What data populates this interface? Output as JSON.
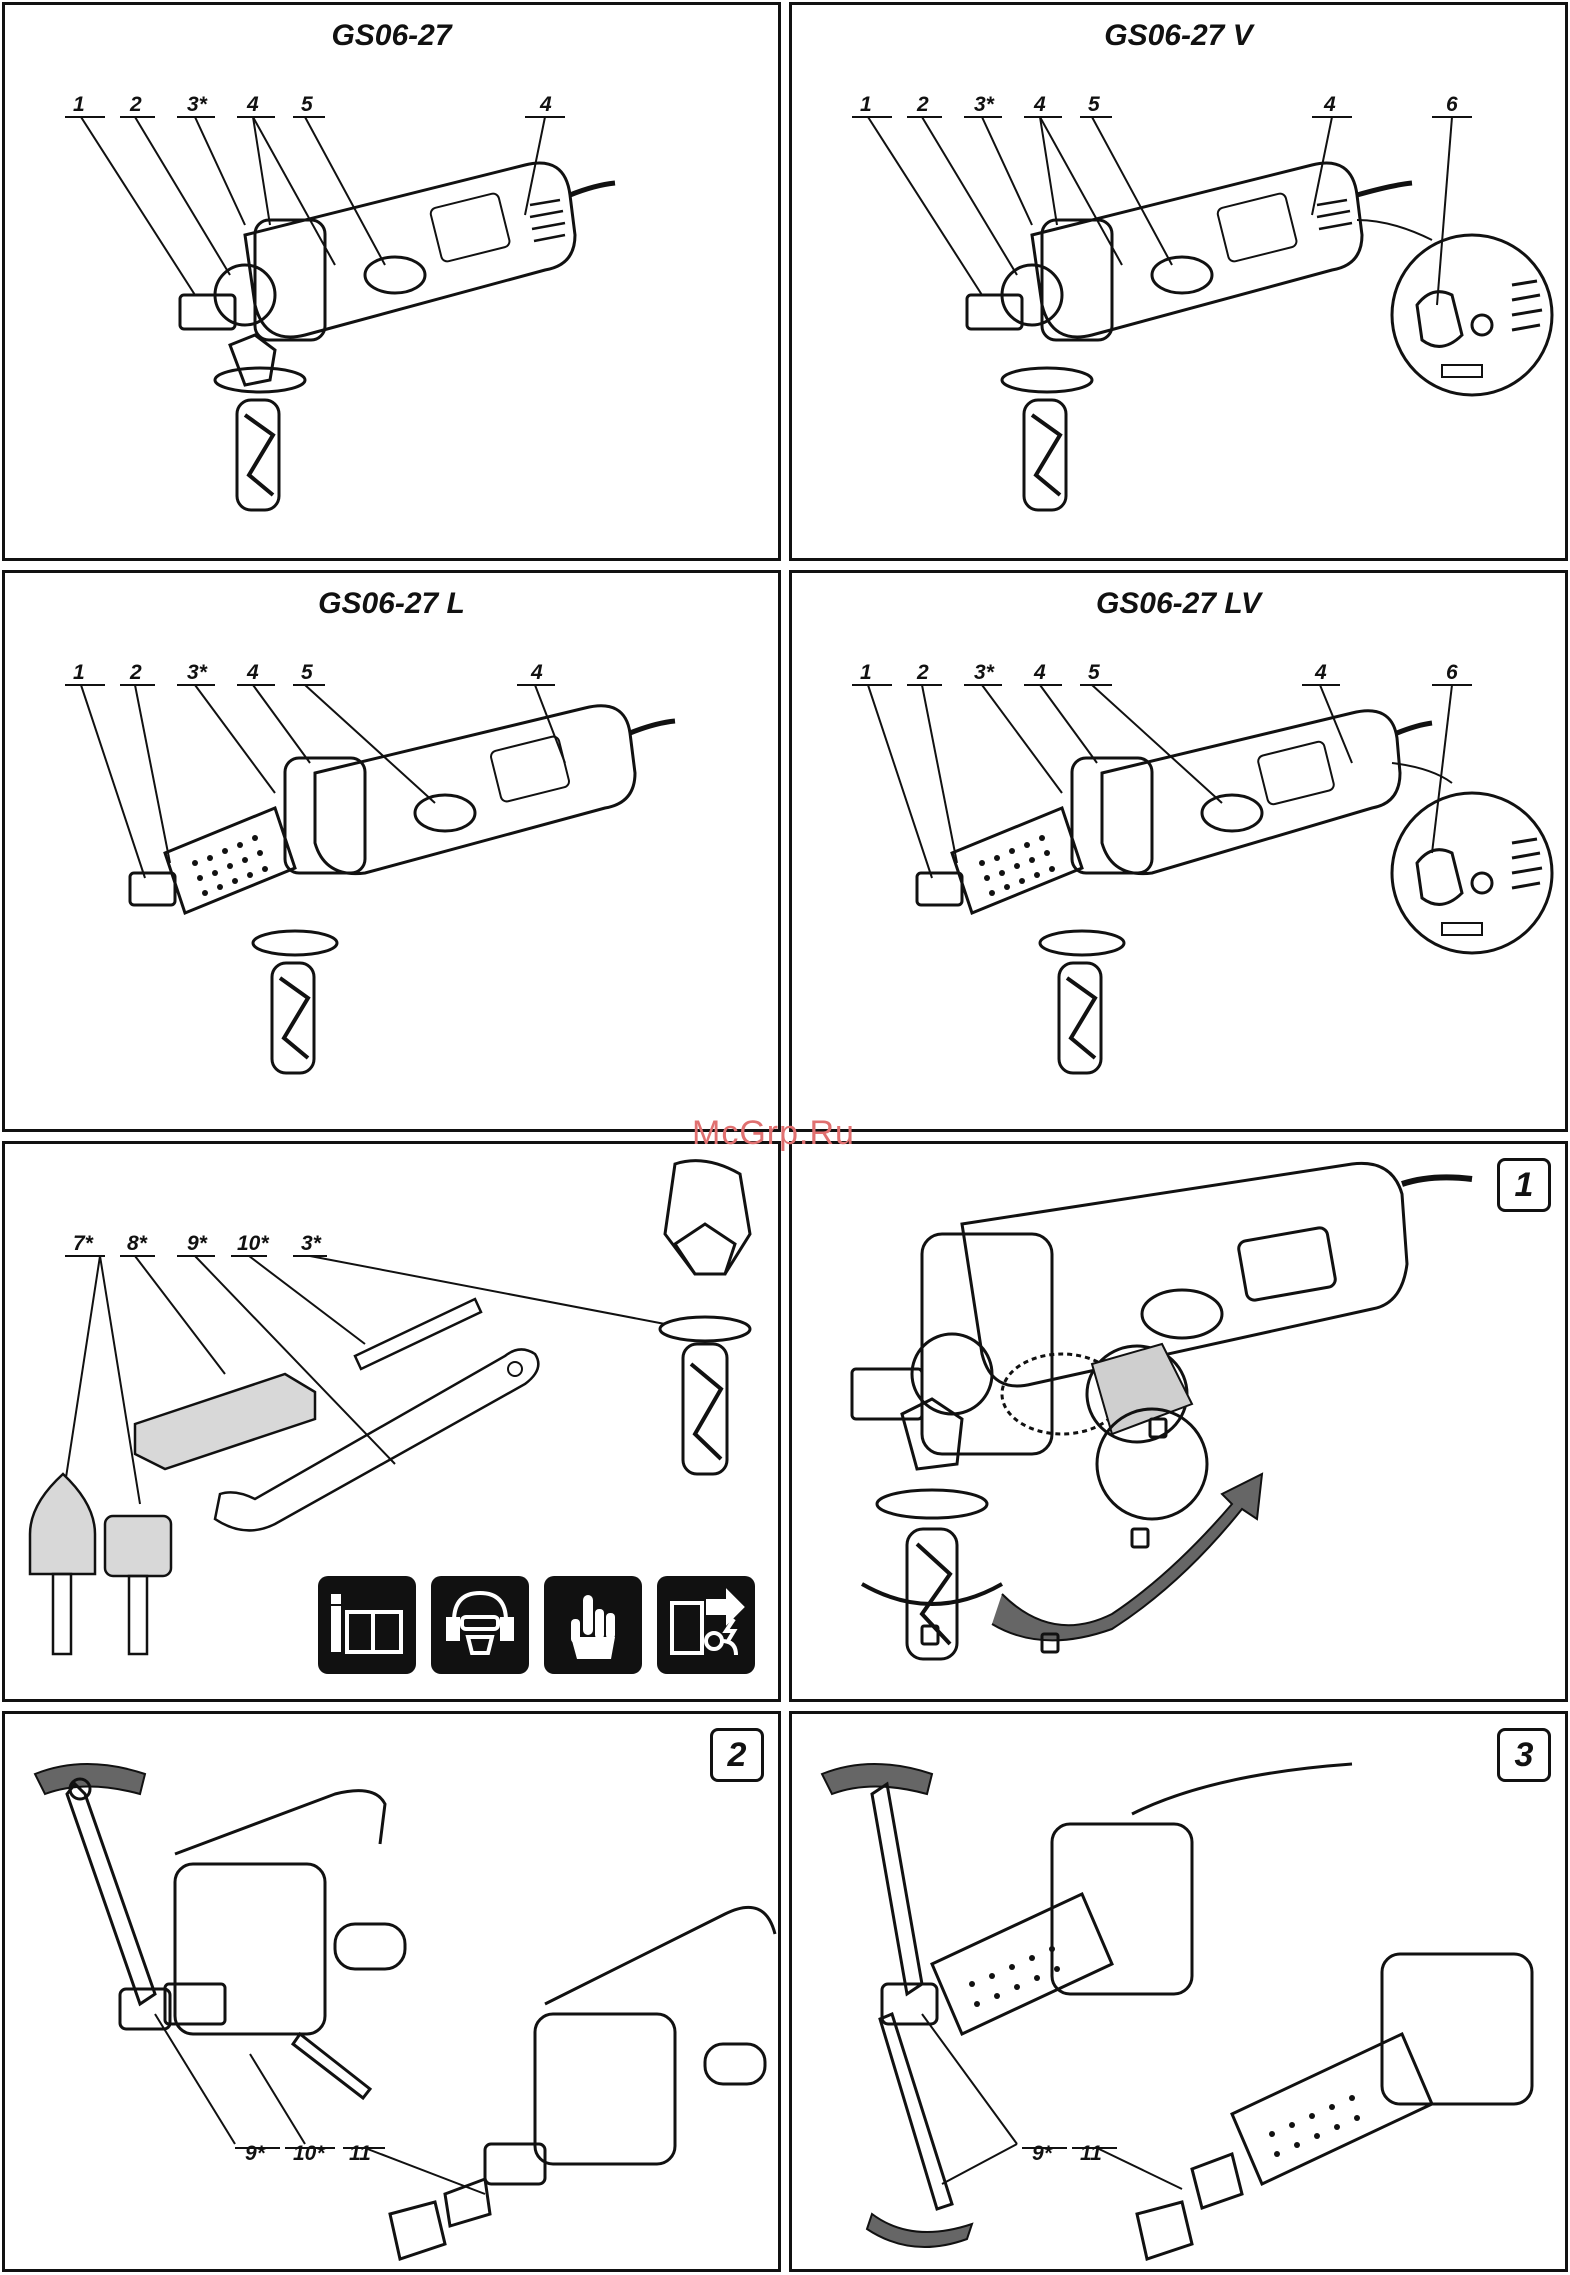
{
  "panels": {
    "p1": {
      "title": "GS06-27",
      "labels": [
        "1",
        "2",
        "3*",
        "4",
        "5",
        "4"
      ]
    },
    "p2": {
      "title": "GS06-27 V",
      "labels": [
        "1",
        "2",
        "3*",
        "4",
        "5",
        "4",
        "6"
      ]
    },
    "p3": {
      "title": "GS06-27 L",
      "labels": [
        "1",
        "2",
        "3*",
        "4",
        "5",
        "4"
      ]
    },
    "p4": {
      "title": "GS06-27 LV",
      "labels": [
        "1",
        "2",
        "3*",
        "4",
        "5",
        "4",
        "6"
      ]
    },
    "p5": {
      "labels": [
        "7*",
        "8*",
        "9*",
        "10*",
        "3*"
      ]
    },
    "p6": {
      "step": "1"
    },
    "p7": {
      "step": "2",
      "labels": [
        "9*",
        "10*",
        "11"
      ]
    },
    "p8": {
      "step": "3",
      "labels": [
        "9*",
        "11"
      ]
    }
  },
  "watermark": "McGrp.Ru",
  "icons": [
    "manual-read-icon",
    "safety-gear-icon",
    "glove-hand-icon",
    "unplug-icon"
  ],
  "colors": {
    "ink": "#111111",
    "watermark": "#e07070",
    "accessory": "#d8d8d8"
  }
}
